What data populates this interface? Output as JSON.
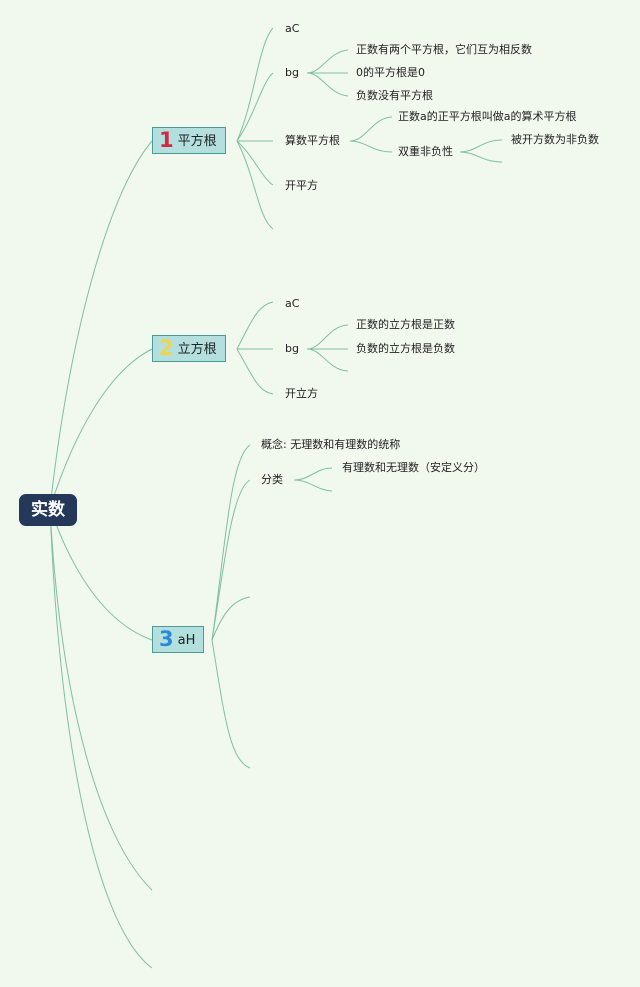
{
  "root": {
    "label": "实数"
  },
  "branches": [
    {
      "number": "1",
      "number_color": "#d12a46",
      "label": "平方根",
      "items": [
        {
          "label": "aC"
        },
        {
          "label": "bg",
          "children": [
            {
              "label": "正数有两个平方根，它们互为相反数"
            },
            {
              "label": "0的平方根是0"
            },
            {
              "label": "负数没有平方根"
            }
          ]
        },
        {
          "label": "算数平方根",
          "children": [
            {
              "label": "正数a的正平方根叫做a的算术平方根"
            },
            {
              "label": "双重非负性",
              "children": [
                {
                  "label": "被开方数为非负数"
                }
              ]
            }
          ]
        },
        {
          "label": "开平方"
        }
      ]
    },
    {
      "number": "2",
      "number_color": "#f0d44a",
      "label": "立方根",
      "items": [
        {
          "label": "aC"
        },
        {
          "label": "bg",
          "children": [
            {
              "label": "正数的立方根是正数"
            },
            {
              "label": "负数的立方根是负数"
            }
          ]
        },
        {
          "label": "开立方"
        }
      ]
    },
    {
      "number": "3",
      "number_color": "#2a8ad8",
      "label": "aH",
      "items": [
        {
          "label": "概念: 无理数和有理数的统称"
        },
        {
          "label": "分类",
          "children": [
            {
              "label": "有理数和无理数（安定义分）"
            }
          ]
        }
      ]
    }
  ],
  "colors": {
    "edge": "#7fbfa2",
    "root_fill": "#24385a",
    "branch_fill": "#b3e0df",
    "background": "#f1f8ee"
  }
}
